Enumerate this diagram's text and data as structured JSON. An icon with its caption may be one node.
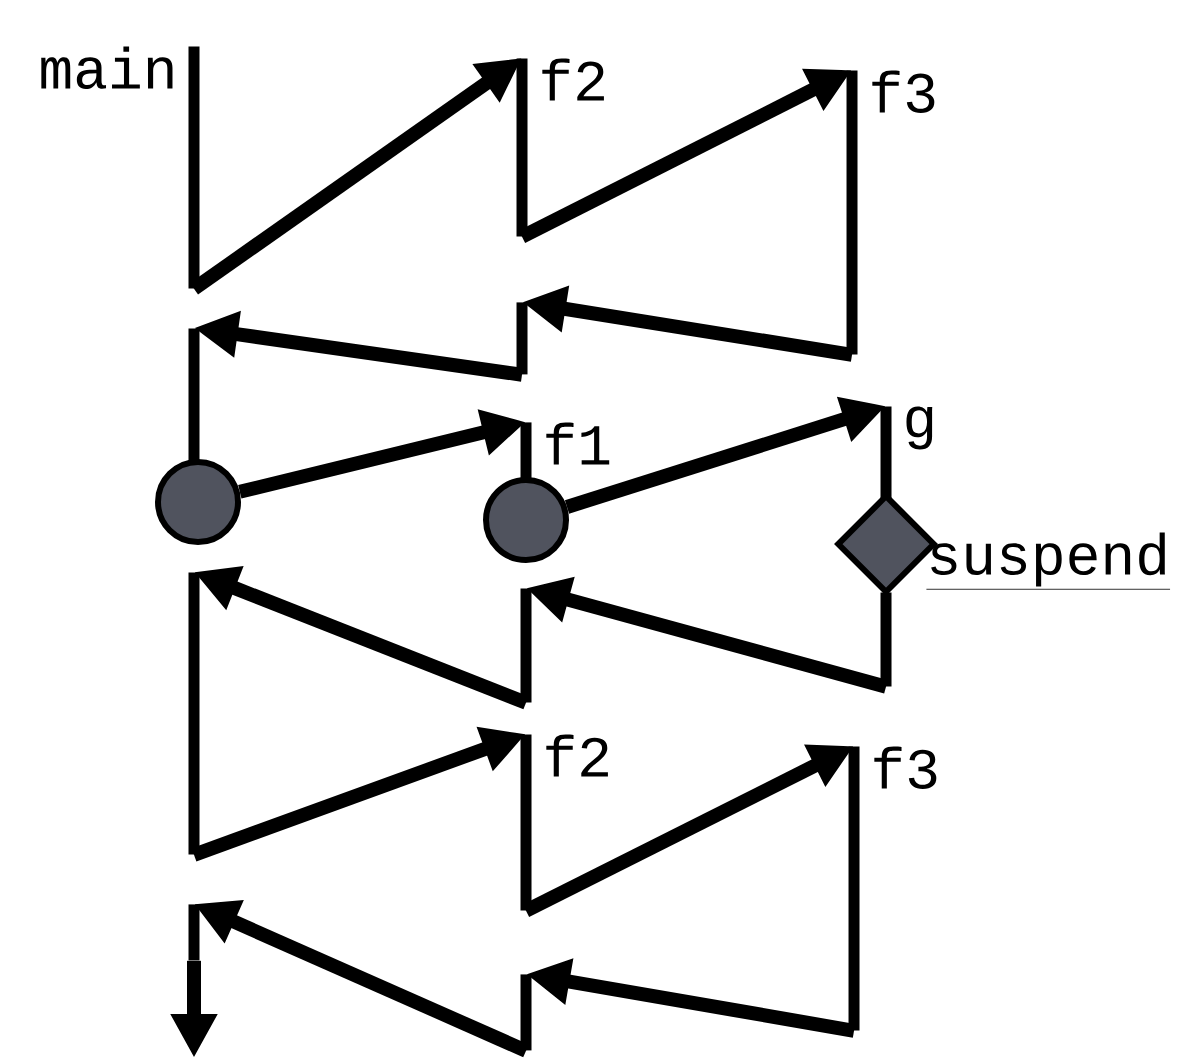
{
  "diagram": {
    "nodes": [
      {
        "text": [],
        "shape": "bar",
        "beside": [
          "main"
        ]
      },
      {
        "text": [],
        "shape": "bar",
        "beside": [
          "f2"
        ]
      },
      {
        "text": [],
        "shape": "bar",
        "beside": [
          "f3"
        ]
      },
      {
        "text": [],
        "shape": "bar"
      },
      {
        "text": [],
        "shape": "bar"
      },
      {
        "text": [],
        "shape": "bar",
        "beside": [
          "f1"
        ]
      },
      {
        "text": [],
        "shape": "bar",
        "beside": [
          "g"
        ]
      },
      {
        "text": [],
        "shape": "circle"
      },
      {
        "text": [],
        "shape": "circle"
      },
      {
        "text": [],
        "shape": "diamond",
        "beside": [
          "suspend"
        ]
      },
      {
        "text": [],
        "shape": "bar"
      },
      {
        "text": [],
        "shape": "bar"
      },
      {
        "text": [],
        "shape": "bar"
      },
      {
        "text": [],
        "shape": "bar",
        "beside": [
          "f2"
        ]
      },
      {
        "text": [],
        "shape": "bar",
        "beside": [
          "f3"
        ]
      },
      {
        "text": [],
        "shape": "bar"
      },
      {
        "text": [],
        "shape": "bar"
      }
    ],
    "edges": [
      {
        "from": 0,
        "to": 1,
        "arrow": "to"
      },
      {
        "from": 1,
        "to": 2,
        "arrow": "to"
      },
      {
        "from": 2,
        "to": 3,
        "arrow": "to"
      },
      {
        "from": 3,
        "to": 4,
        "arrow": "to"
      },
      {
        "from": 7,
        "to": 5,
        "arrow": "to"
      },
      {
        "from": 8,
        "to": 6,
        "arrow": "to"
      },
      {
        "from": 12,
        "to": 11,
        "arrow": "to"
      },
      {
        "from": 11,
        "to": 10,
        "arrow": "to"
      },
      {
        "from": 10,
        "to": 13,
        "arrow": "to"
      },
      {
        "from": 13,
        "to": 14,
        "arrow": "to"
      },
      {
        "from": 14,
        "to": 15,
        "arrow": "to"
      },
      {
        "from": 15,
        "to": 16,
        "arrow": "to"
      },
      {
        "from": 16,
        "to": null,
        "arrow": "to"
      }
    ]
  }
}
